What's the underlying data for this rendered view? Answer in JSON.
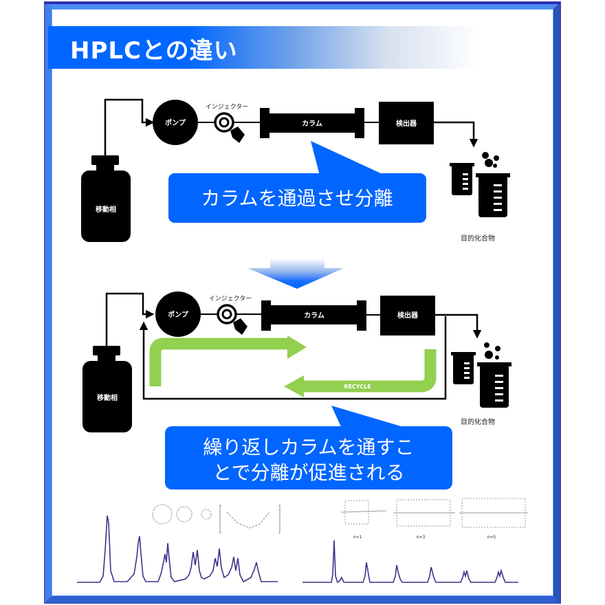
{
  "title": "HPLCとの違い",
  "top_diagram": {
    "reservoir_label": "移動相",
    "pump_label": "ポンプ",
    "injector_label": "インジェクター",
    "column_label": "カラム",
    "detector_label": "検出器",
    "product_label": "目的化合物",
    "callout": "カラムを通過させ分離"
  },
  "bottom_diagram": {
    "reservoir_label": "移動相",
    "pump_label": "ポンプ",
    "injector_label": "インジェクター",
    "column_label": "カラム",
    "detector_label": "検出器",
    "product_label": "目的化合物",
    "recycle_label": "RECYCLE",
    "callout_line1": "繰り返しカラムを通すこ",
    "callout_line2": "とで分離が促進される"
  },
  "chromatograms": {
    "right_labels": [
      "n=1",
      "n=3",
      "n=5"
    ]
  },
  "colors": {
    "accent_blue": "#0066ff",
    "recycle_green": "#92d050",
    "trace_purple": "#3a3288",
    "frame_blue": "#3f7fe8"
  }
}
